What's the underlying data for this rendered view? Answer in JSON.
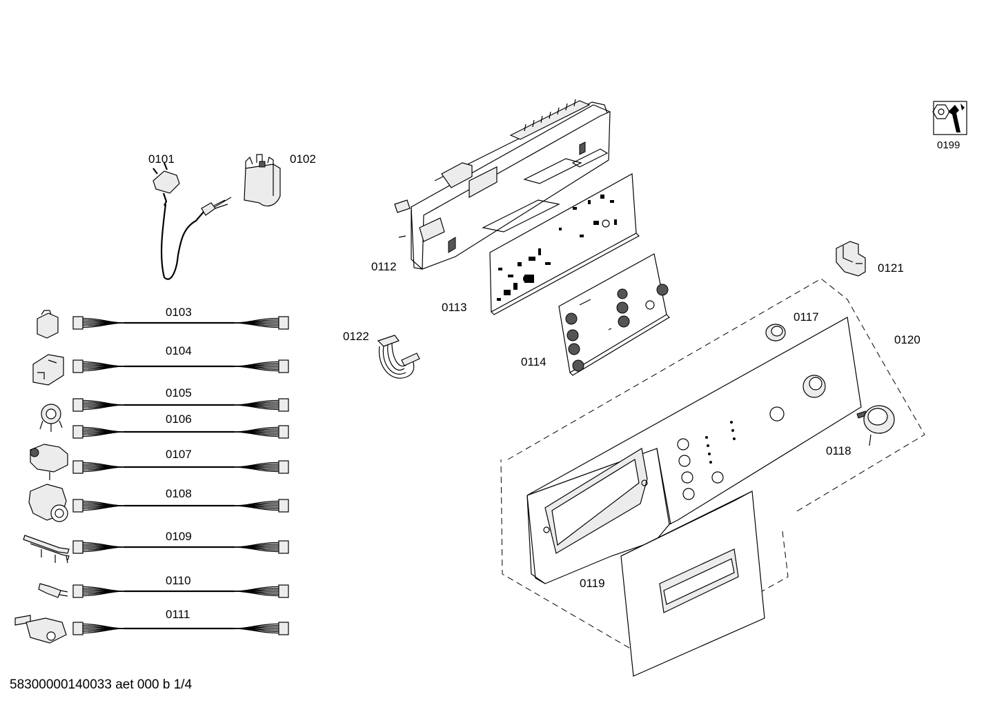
{
  "diagram": {
    "parts": [
      {
        "id": "0101",
        "kind": "power-cord"
      },
      {
        "id": "0102",
        "kind": "interference-filter"
      },
      {
        "id": "0103",
        "kind": "harness"
      },
      {
        "id": "0104",
        "kind": "harness"
      },
      {
        "id": "0105",
        "kind": "harness"
      },
      {
        "id": "0106",
        "kind": "harness"
      },
      {
        "id": "0107",
        "kind": "harness"
      },
      {
        "id": "0108",
        "kind": "harness"
      },
      {
        "id": "0109",
        "kind": "harness"
      },
      {
        "id": "0110",
        "kind": "harness"
      },
      {
        "id": "0111",
        "kind": "harness"
      },
      {
        "id": "0112",
        "kind": "control-housing"
      },
      {
        "id": "0113",
        "kind": "circuit-board"
      },
      {
        "id": "0114",
        "kind": "display-board"
      },
      {
        "id": "0117",
        "kind": "button"
      },
      {
        "id": "0118",
        "kind": "knob"
      },
      {
        "id": "0119",
        "kind": "control-panel"
      },
      {
        "id": "0120",
        "kind": "panel-assembly"
      },
      {
        "id": "0121",
        "kind": "clip"
      },
      {
        "id": "0122",
        "kind": "ribbon-cable"
      },
      {
        "id": "0199",
        "kind": "service-icon"
      }
    ],
    "footer": "58300000140033 aet 000 b 1/4"
  }
}
